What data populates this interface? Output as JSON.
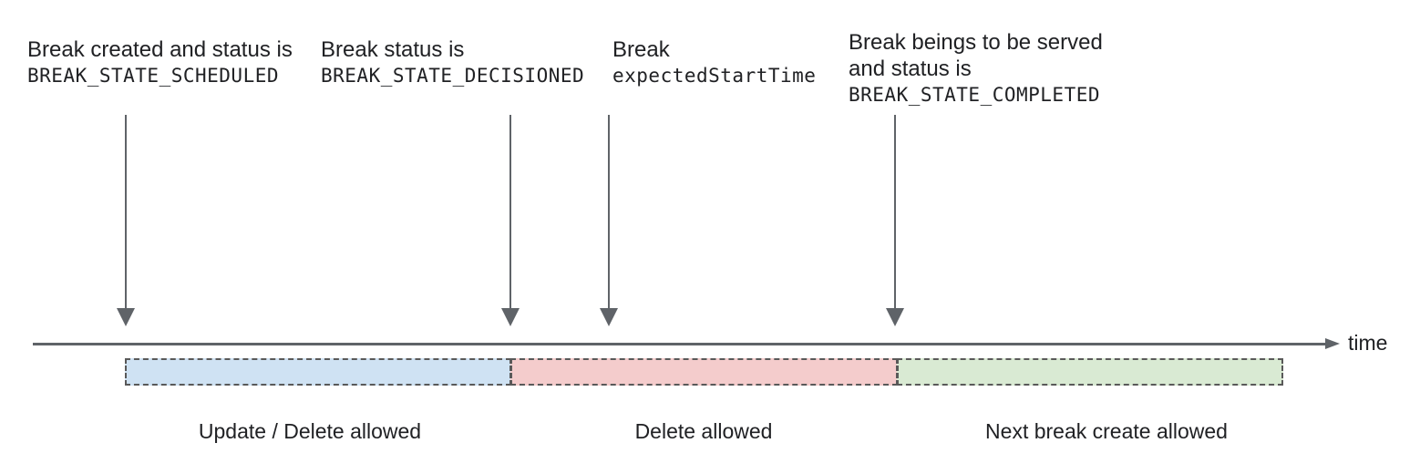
{
  "annotations": [
    {
      "line1": "Break created and status is",
      "code": "BREAK_STATE_SCHEDULED"
    },
    {
      "line1": "Break status is",
      "code": "BREAK_STATE_DECISIONED"
    },
    {
      "line1": "Break",
      "code": "expectedStartTime"
    },
    {
      "line1": "Break beings to be served",
      "line2": "and status is",
      "code": "BREAK_STATE_COMPLETED"
    }
  ],
  "timeline": {
    "axis_label": "time"
  },
  "segments": [
    {
      "label": "Update / Delete allowed",
      "fill": "#cfe2f3"
    },
    {
      "label": "Delete allowed",
      "fill": "#f4cccc"
    },
    {
      "label": "Next break create allowed",
      "fill": "#d9ead3"
    }
  ],
  "palette": {
    "arrow_gray": "#5f6368",
    "dashed_border_gray": "#595959",
    "text_color": "#202124"
  }
}
